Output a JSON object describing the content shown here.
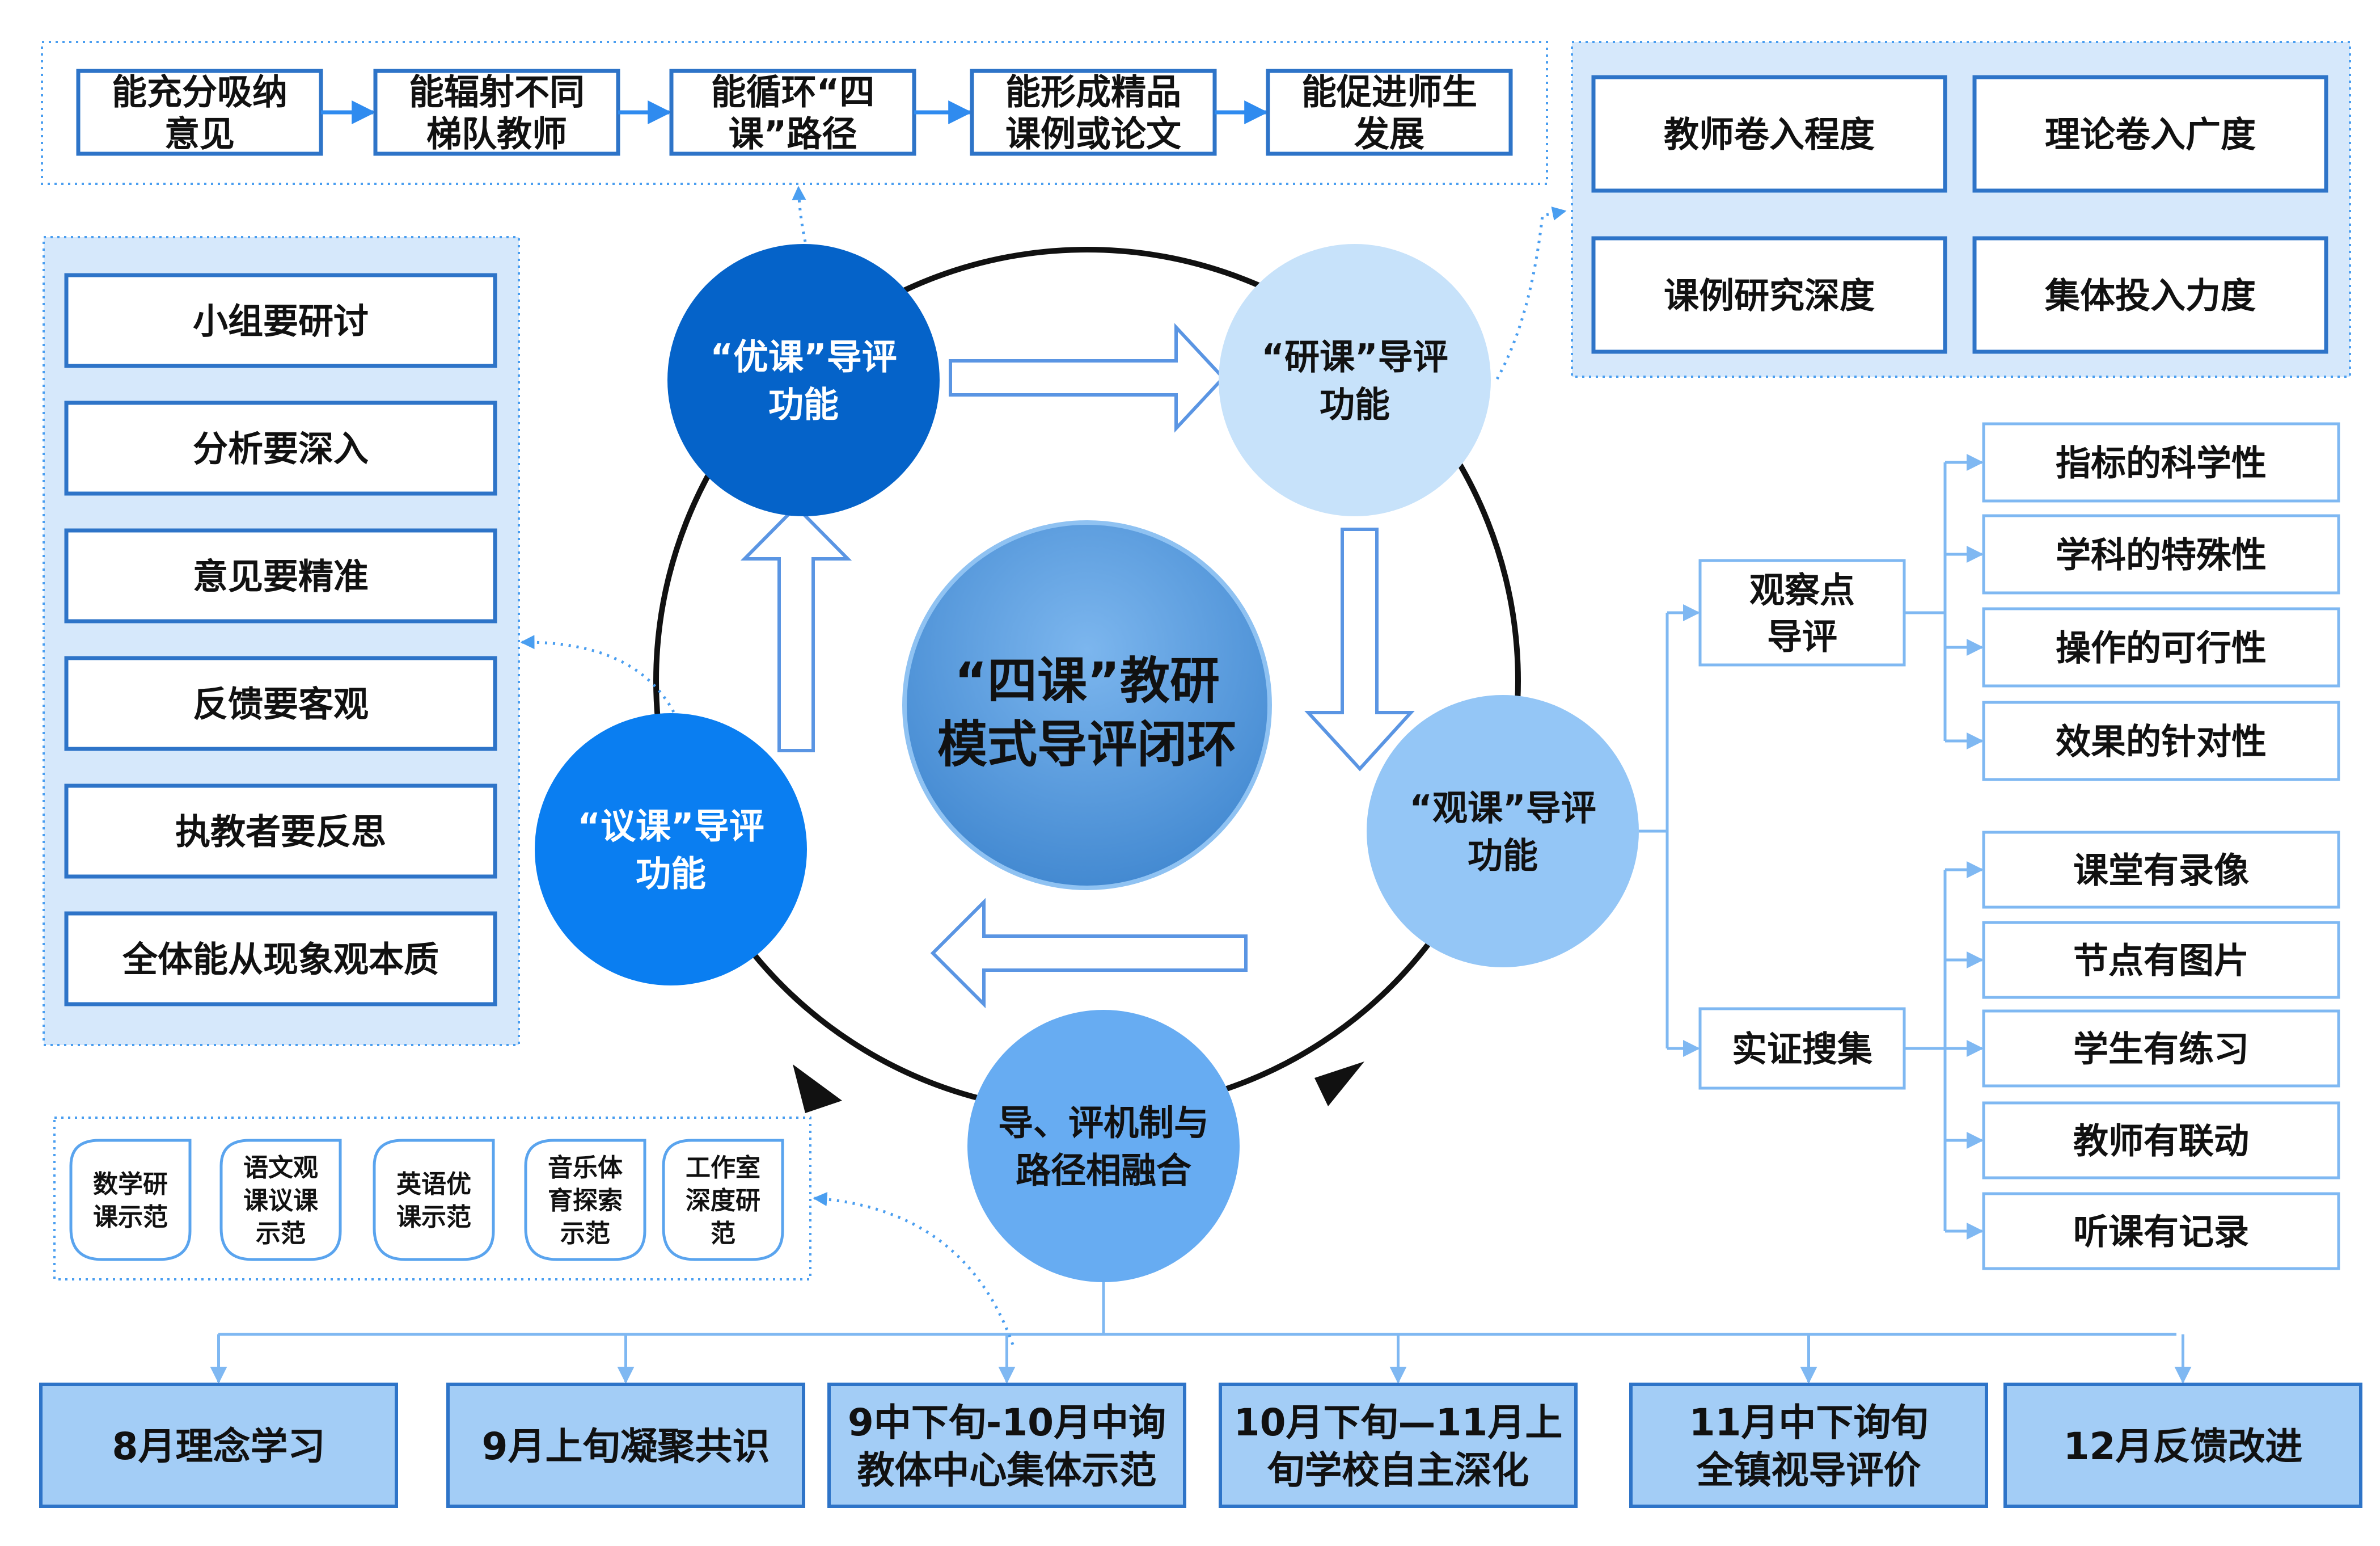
{
  "top_steps": [
    {
      "lines": [
        "能充分吸纳",
        "意见"
      ]
    },
    {
      "lines": [
        "能辐射不同",
        "梯队教师"
      ]
    },
    {
      "lines": [
        "能循环“四",
        "课”路径"
      ]
    },
    {
      "lines": [
        "能形成精品",
        "课例或论文"
      ]
    },
    {
      "lines": [
        "能促进师生",
        "发展"
      ]
    }
  ],
  "research_boxes": [
    {
      "label": "教师卷入程度"
    },
    {
      "label": "理论卷入广度"
    },
    {
      "label": "课例研究深度"
    },
    {
      "label": "集体投入力度"
    }
  ],
  "left_list": [
    {
      "label": "小组要研讨"
    },
    {
      "label": "分析要深入"
    },
    {
      "label": "意见要精准"
    },
    {
      "label": "反馈要客观"
    },
    {
      "label": "执教者要反思"
    },
    {
      "label": "全体能从现象观本质"
    }
  ],
  "center": {
    "lines": [
      "“四课”教研",
      "模式导评闭环"
    ]
  },
  "nodes": {
    "youke": {
      "lines": [
        "“优课”导评",
        "功能"
      ],
      "color": "#0563c9"
    },
    "yanke": {
      "lines": [
        "“研课”导评",
        "功能"
      ],
      "color": "#c7e2fa"
    },
    "guanke": {
      "lines": [
        "“观课”导评",
        "功能"
      ],
      "color": "#94c6f6"
    },
    "yike": {
      "lines": [
        "“议课”导评",
        "功能"
      ],
      "color": "#0a7ef1"
    },
    "fusion": {
      "lines": [
        "导、评机制与",
        "路径相融合"
      ],
      "color": "#67acf2"
    }
  },
  "observation": {
    "label_lines": [
      "观察点",
      "导评"
    ],
    "items": [
      {
        "label": "指标的科学性"
      },
      {
        "label": "学科的特殊性"
      },
      {
        "label": "操作的可行性"
      },
      {
        "label": "效果的针对性"
      }
    ]
  },
  "evidence": {
    "label": "实证搜集",
    "items": [
      {
        "label": "课堂有录像"
      },
      {
        "label": "节点有图片"
      },
      {
        "label": "学生有练习"
      },
      {
        "label": "教师有联动"
      },
      {
        "label": "听课有记录"
      }
    ]
  },
  "demos": [
    {
      "lines": [
        "数学研",
        "课示范"
      ]
    },
    {
      "lines": [
        "语文观",
        "课议课",
        "示范"
      ]
    },
    {
      "lines": [
        "英语优",
        "课示范"
      ]
    },
    {
      "lines": [
        "音乐体",
        "育探索",
        "示范"
      ]
    },
    {
      "lines": [
        "工作室",
        "深度研",
        "范"
      ]
    }
  ],
  "timeline": [
    {
      "lines": [
        "8月理念学习"
      ]
    },
    {
      "lines": [
        "9月上旬凝聚共识"
      ]
    },
    {
      "lines": [
        "9中下旬-10月中询",
        "教体中心集体示范"
      ]
    },
    {
      "lines": [
        "10月下旬—11月上",
        "旬学校自主深化"
      ]
    },
    {
      "lines": [
        "11月中下询旬",
        "全镇视导评价"
      ]
    },
    {
      "lines": [
        "12月反馈改进"
      ]
    }
  ],
  "colors": {
    "box_border": "#2e74c8",
    "light_panel": "#d6e8fb",
    "dotted": "#4a9ef0",
    "timeline_fill": "#a3cdf6",
    "connector": "#7fb8f2"
  }
}
